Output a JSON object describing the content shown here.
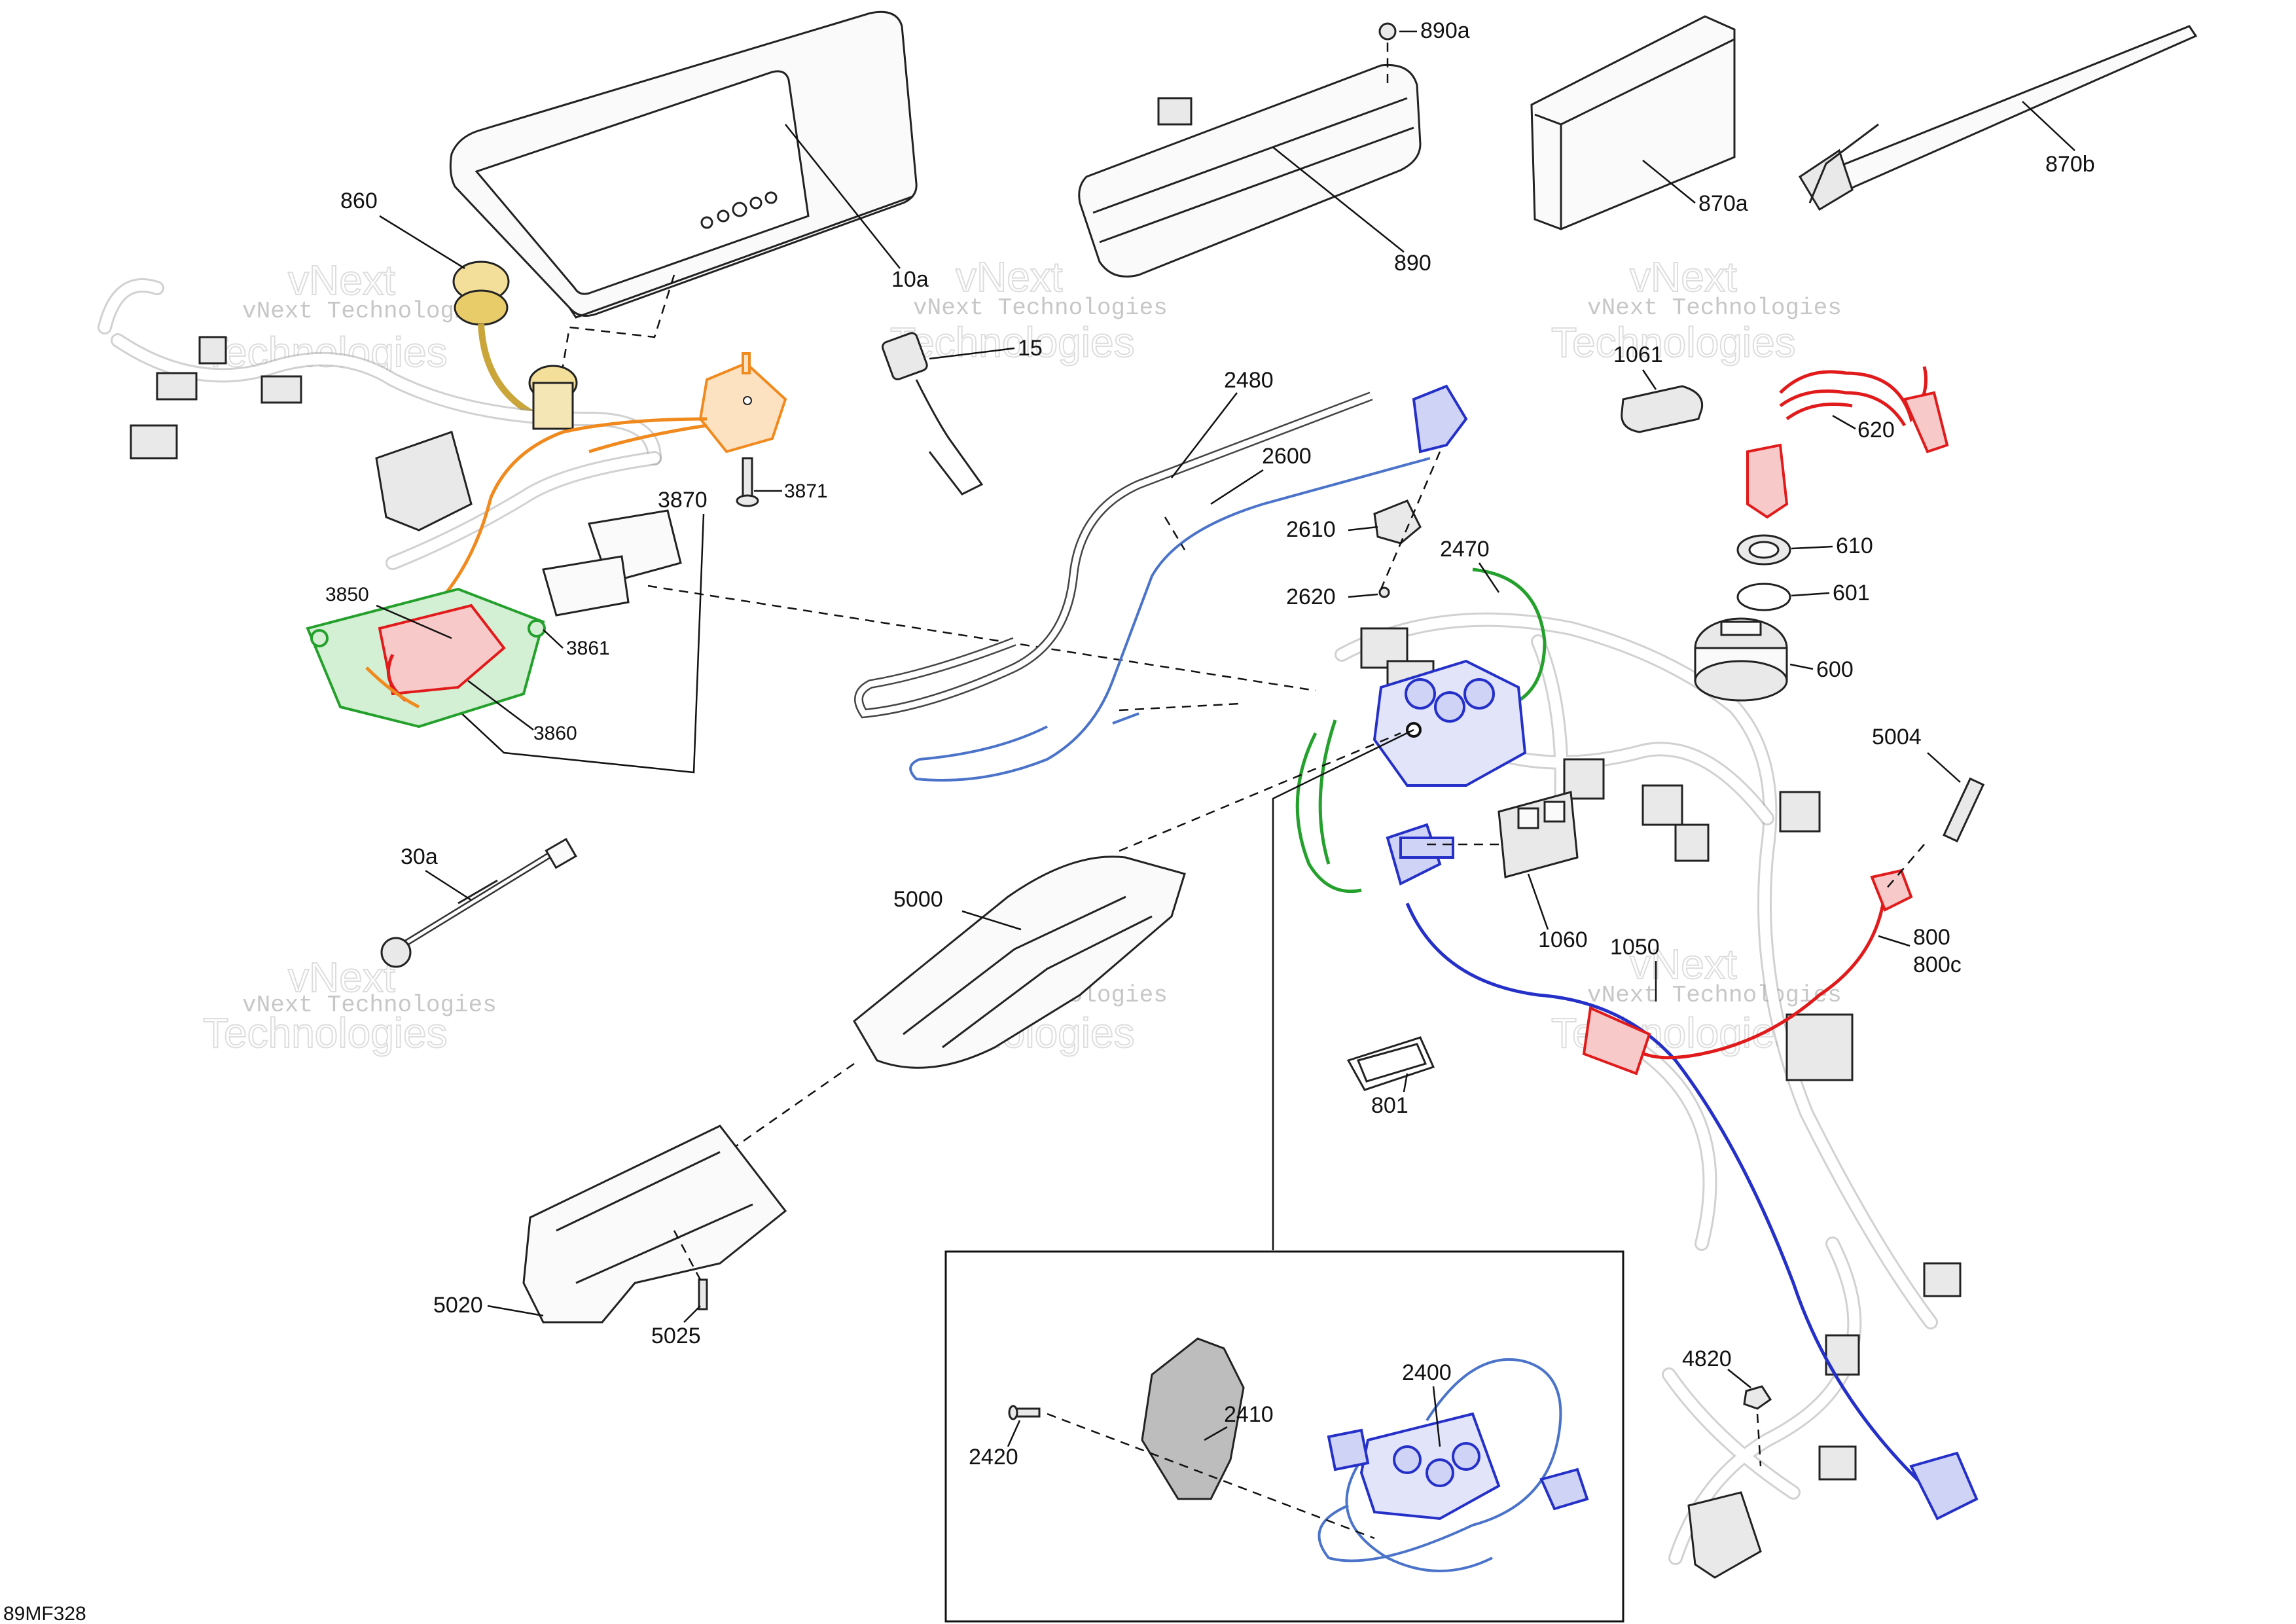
{
  "diagram_code": "89MF328",
  "watermark": {
    "line1": "vNext Technologies",
    "big1": "vNext",
    "big2": "Technologies"
  },
  "labels": {
    "p10a": "10a",
    "p15": "15",
    "p30a": "30a",
    "p600": "600",
    "p601": "601",
    "p610": "610",
    "p620": "620",
    "p800": "800",
    "p800c": "800c",
    "p801": "801",
    "p860": "860",
    "p870a": "870a",
    "p870b": "870b",
    "p890": "890",
    "p890a": "890a",
    "p1050": "1050",
    "p1060": "1060",
    "p1061": "1061",
    "p2400": "2400",
    "p2410": "2410",
    "p2420": "2420",
    "p2470": "2470",
    "p2480": "2480",
    "p2600": "2600",
    "p2610": "2610",
    "p2620": "2620",
    "p3850": "3850",
    "p3860": "3860",
    "p3861": "3861",
    "p3870": "3870",
    "p3871": "3871",
    "p4820": "4820",
    "p5000": "5000",
    "p5004": "5004",
    "p5020": "5020",
    "p5025": "5025"
  },
  "colors": {
    "red": "#e11b1b",
    "blue": "#2430c8",
    "green": "#24a02c",
    "orange": "#f08a1e"
  }
}
